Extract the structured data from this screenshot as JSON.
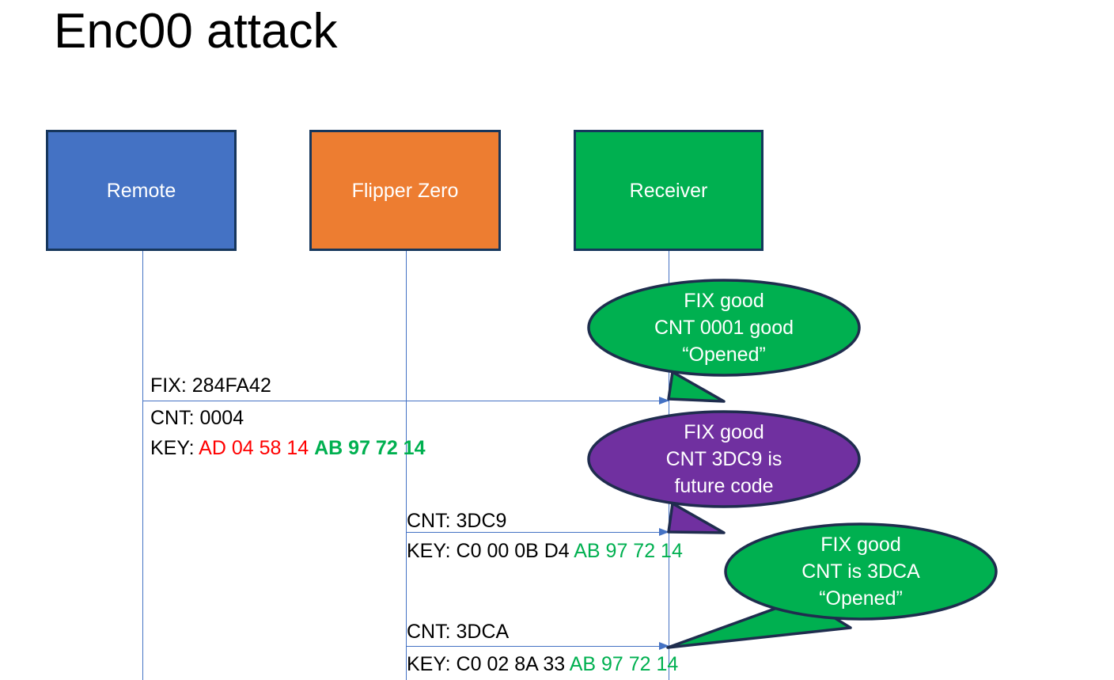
{
  "slide": {
    "title": "Enc00 attack"
  },
  "colors": {
    "remote_box": "#4472C4",
    "flipper_box": "#ED7D31",
    "receiver_box": "#00B050",
    "box_border": "#16365C",
    "lifeline": "#4472C4",
    "bubble_green": "#00B050",
    "bubble_purple": "#7030A0",
    "bubble_outline": "#1F2D4E",
    "hex_red": "#FF0000",
    "hex_green": "#00B050",
    "text_black": "#000000"
  },
  "actors": [
    {
      "id": "remote",
      "label": "Remote"
    },
    {
      "id": "flipper",
      "label": "Flipper Zero"
    },
    {
      "id": "receiver",
      "label": "Receiver"
    }
  ],
  "messages": [
    {
      "id": "msg1",
      "from": "remote",
      "to": "receiver",
      "fix_line": "FIX: 284FA42",
      "cnt_line": "CNT: 0004",
      "key_label": "KEY: ",
      "key_part_red": "AD 04 58 14 ",
      "key_part_green": "AB 97 72 14"
    },
    {
      "id": "msg2",
      "from": "flipper",
      "to": "receiver",
      "cnt_line": "CNT: 3DC9",
      "key_label": "KEY: C0 00 0B D4 ",
      "key_part_green": "AB 97 72 14"
    },
    {
      "id": "msg3",
      "from": "flipper",
      "to": "receiver",
      "cnt_line": "CNT: 3DCA",
      "key_label": "KEY: C0 02 8A 33 ",
      "key_part_green": "AB 97 72 14"
    }
  ],
  "callouts": [
    {
      "id": "callout1",
      "color": "#00B050",
      "line1": "FIX good",
      "line2": "CNT 0001 good",
      "line3": "“Opened”"
    },
    {
      "id": "callout2",
      "color": "#7030A0",
      "line1": "FIX good",
      "line2": "CNT 3DC9 is",
      "line3": "future code"
    },
    {
      "id": "callout3",
      "color": "#00B050",
      "line1": "FIX good",
      "line2": "CNT is 3DCA",
      "line3": "“Opened”"
    }
  ]
}
